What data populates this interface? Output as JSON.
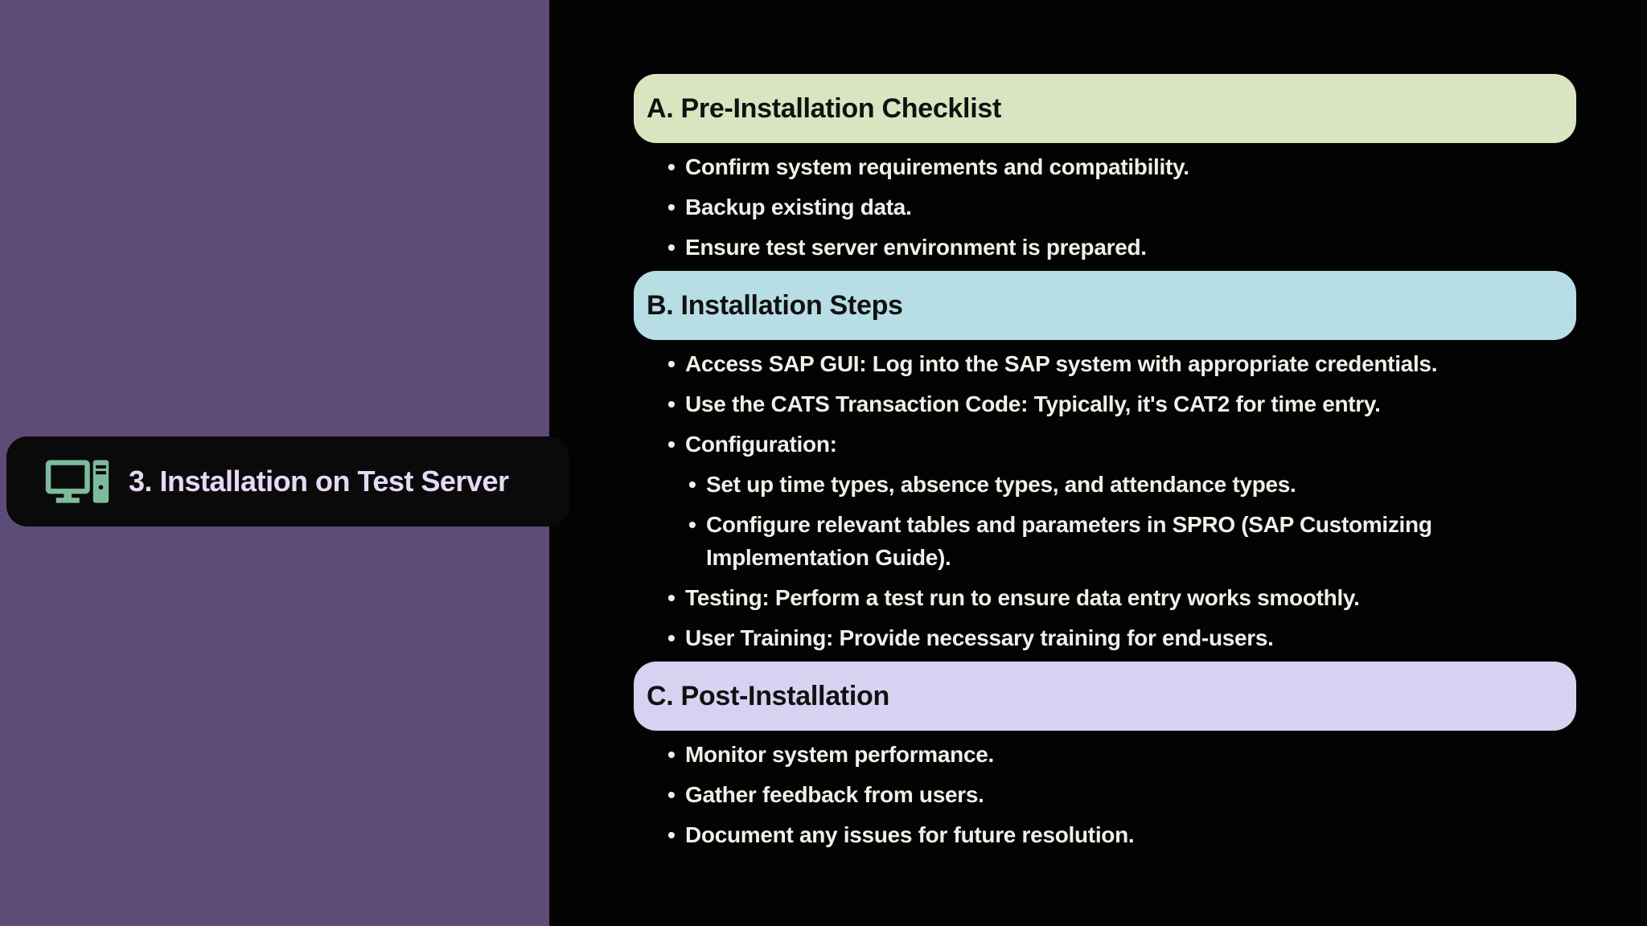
{
  "slide": {
    "background": "#030303",
    "sidebar_color": "#5d4b78",
    "title_bar_color": "#0a0a0a",
    "body_text_color": "#f1efe8",
    "header_text_color": "#111111"
  },
  "title": {
    "icon": "desktop-computer-icon",
    "icon_color": "#7dbb9c",
    "text": "3. Installation on Test Server",
    "text_color": "#e6d9f5"
  },
  "bullet_glyph": "•",
  "sections": [
    {
      "header": "A. Pre-Installation Checklist",
      "header_bg": "#d9e4c1",
      "items": [
        {
          "level": 1,
          "text": "Confirm system requirements and compatibility."
        },
        {
          "level": 1,
          "text": "Backup existing data."
        },
        {
          "level": 1,
          "text": "Ensure test server environment is prepared."
        }
      ]
    },
    {
      "header": "B. Installation Steps",
      "header_bg": "#b7dde5",
      "items": [
        {
          "level": 1,
          "text": "Access SAP GUI: Log into the SAP system with appropriate credentials."
        },
        {
          "level": 1,
          "text": "Use the CATS Transaction Code: Typically, it's CAT2 for time entry."
        },
        {
          "level": 1,
          "text": "Configuration:"
        },
        {
          "level": 2,
          "text": "Set up time types, absence types, and attendance types."
        },
        {
          "level": 2,
          "text": "Configure relevant tables and parameters in SPRO (SAP Customizing Implementation Guide)."
        },
        {
          "level": 1,
          "text": "Testing: Perform a test run to ensure data entry works smoothly."
        },
        {
          "level": 1,
          "text": "User Training: Provide necessary training for end-users."
        }
      ]
    },
    {
      "header": "C. Post-Installation",
      "header_bg": "#d6d2f1",
      "items": [
        {
          "level": 1,
          "text": "Monitor system performance."
        },
        {
          "level": 1,
          "text": "Gather feedback from users."
        },
        {
          "level": 1,
          "text": "Document any issues for future resolution."
        }
      ]
    }
  ]
}
